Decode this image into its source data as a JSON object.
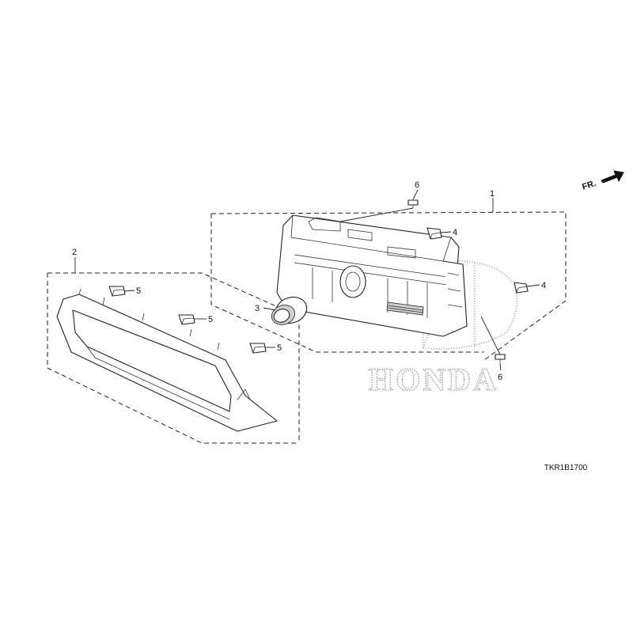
{
  "direction": {
    "label": "FR.",
    "icon": "front-arrow-icon"
  },
  "watermark": {
    "text": "HONDA"
  },
  "diagram_code": "TKR1B1700",
  "callouts": {
    "c1": "1",
    "c2": "2",
    "c3": "3",
    "c4a": "4",
    "c4b": "4",
    "c5a": "5",
    "c5b": "5",
    "c5c": "5",
    "c6a": "6",
    "c6b": "6"
  }
}
